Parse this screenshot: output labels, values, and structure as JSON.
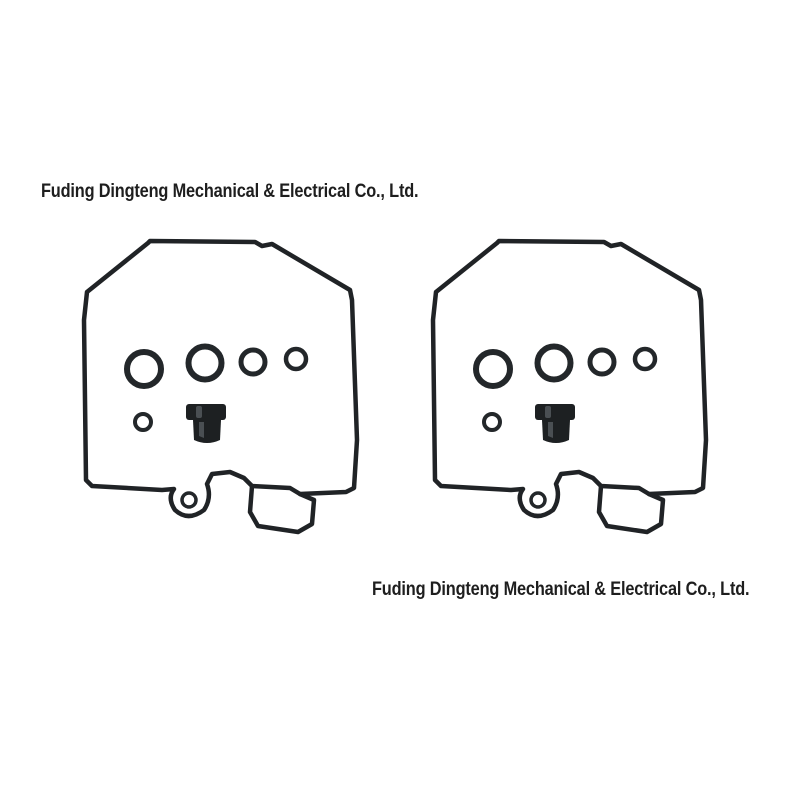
{
  "watermark": {
    "top": "Fuding Dingteng Mechanical & Electrical Co., Ltd.",
    "bottom": "Fuding Dingteng Mechanical & Electrical Co., Ltd."
  },
  "colors": {
    "background": "#ffffff",
    "rubber": "#202326",
    "text": "#1e1e1e"
  },
  "kits": [
    {
      "name": "left-gasket-kit",
      "o_rings": 5,
      "plugs": 1
    },
    {
      "name": "right-gasket-kit",
      "o_rings": 5,
      "plugs": 1
    }
  ]
}
